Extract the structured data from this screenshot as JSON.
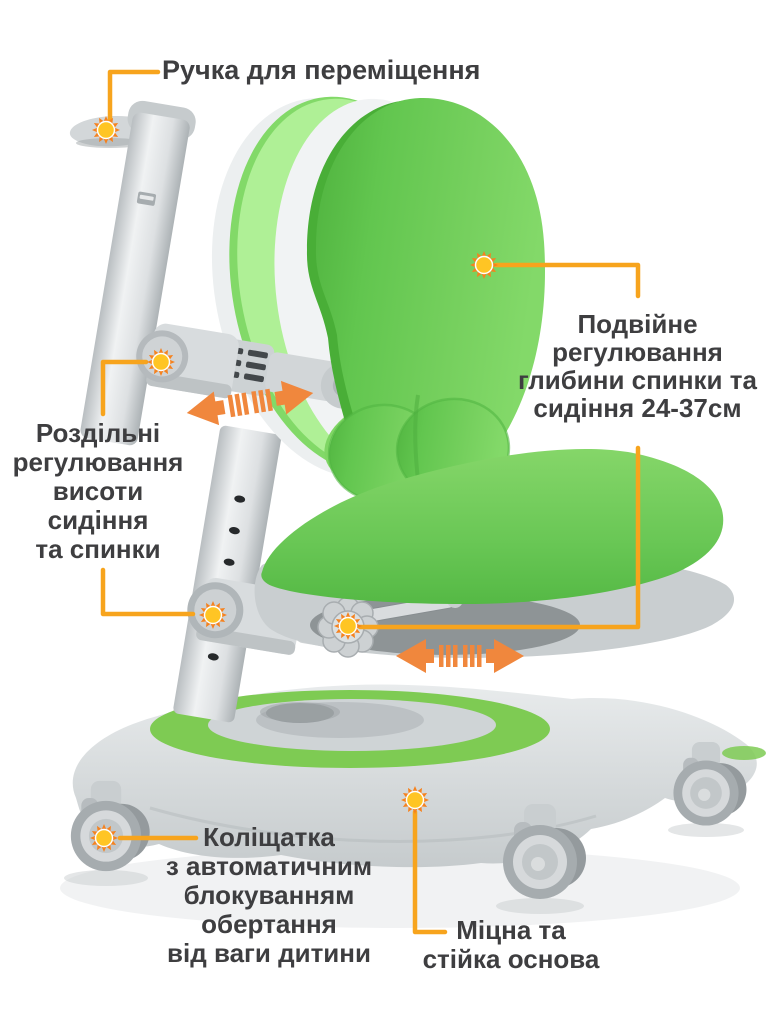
{
  "colors": {
    "accent_line": "#F7A41D",
    "arrow_orange": "#F0873D",
    "sun_core": "#FFC524",
    "sun_rays": "#F5821F",
    "text": "#3E3E40",
    "green_main": "#6CCB58",
    "green_light": "#AFF096",
    "green_dark": "#49AE37",
    "green_base": "#7ECB53"
  },
  "icons": {
    "sun_marker": "sun-starburst",
    "double_arrow": "double-headed-arrow-with-motion-stripes"
  },
  "annotations": {
    "handle": {
      "lines": [
        "Ручка для переміщення"
      ]
    },
    "backrest_depth": {
      "lines": [
        "Подвійне",
        "регулювання",
        "глибини спинки та",
        "сидіння 24-37см"
      ]
    },
    "height_adjust": {
      "lines": [
        "Роздільні",
        "регулювання",
        "висоти",
        "сидіння",
        "та спинки"
      ]
    },
    "wheels": {
      "lines": [
        "Коліщатка",
        "з автоматичним",
        "блокуванням",
        "обертання",
        "від ваги дитини"
      ]
    },
    "base": {
      "lines": [
        "Міцна та",
        "стійка основа"
      ]
    }
  }
}
